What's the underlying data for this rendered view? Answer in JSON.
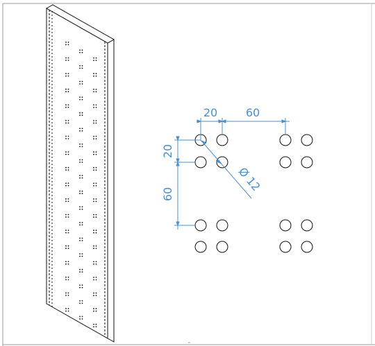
{
  "colors": {
    "line": "#111111",
    "dimension": "#4a8fce",
    "frame": "#9a9a9a",
    "background": "#ffffff"
  },
  "dimensions": {
    "horizontal_pitch": "20",
    "horizontal_group_gap": "60",
    "vertical_pitch": "20",
    "vertical_group_gap": "60",
    "hole_diameter": "Ø 12"
  }
}
